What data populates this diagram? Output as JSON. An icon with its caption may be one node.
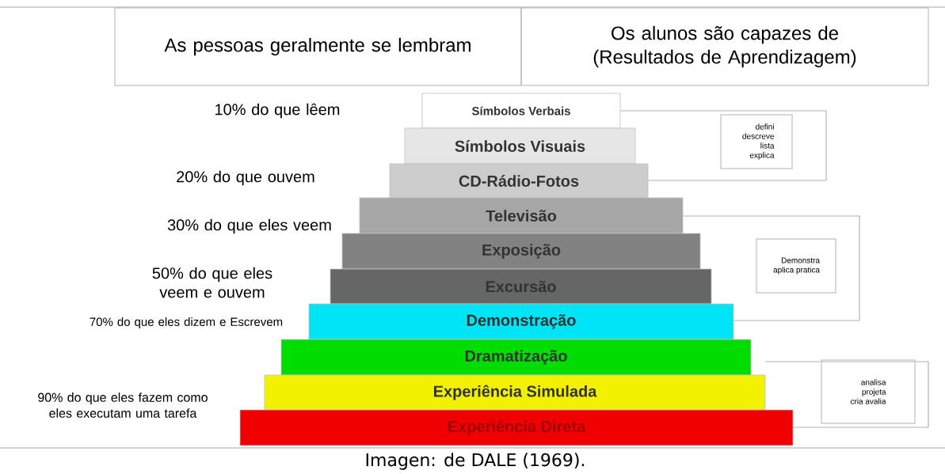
{
  "diagram": {
    "caption": "Imagen: de DALE (1969).",
    "nodes": [
      {
        "text": [
          "As pessoas geralmente se lembram"
        ]
      },
      {
        "text": [
          "Os alunos são capazes de (Resultados de Aprendizagem)"
        ]
      },
      {
        "text": [
          "Símbolos Verbais"
        ]
      },
      {
        "text": [
          "Símbolos Visuais"
        ]
      },
      {
        "text": [
          "CD-Rádio-Fotos"
        ]
      },
      {
        "text": [
          "Televisão"
        ]
      },
      {
        "text": [
          "Exposição"
        ]
      },
      {
        "text": [
          "Excursão"
        ]
      },
      {
        "text": [
          "Demonstração"
        ]
      },
      {
        "text": [
          "Dramatização"
        ]
      },
      {
        "text": [
          "Experiência Simulada"
        ]
      },
      {
        "text": [
          "Experiência Direta"
        ]
      },
      {
        "text": [
          "defini descreve lista explica"
        ]
      },
      {
        "text": [
          "Demonstra aplica pratica"
        ]
      },
      {
        "text": [
          "analisa projeta cria avalia"
        ]
      }
    ],
    "labels": [
      "10% do que lêem",
      "20% do que ouvem",
      "30% do que eles veem",
      "50% do que eles veem e ouvem",
      "70% do que eles dizem e Escrevem",
      "90% do que eles fazem como eles executam uma tarefa"
    ]
  }
}
